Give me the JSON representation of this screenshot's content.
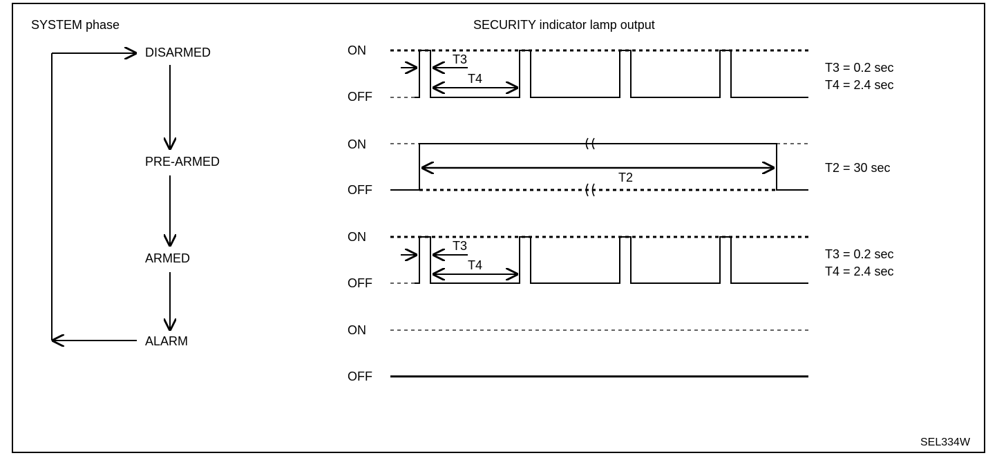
{
  "headings": {
    "system_phase": "SYSTEM phase",
    "lamp_output": "SECURITY indicator lamp output"
  },
  "phases": [
    "DISARMED",
    "PRE-ARMED",
    "ARMED",
    "ALARM"
  ],
  "signals": {
    "disarmed": {
      "on_label": "ON",
      "off_label": "OFF",
      "t3_label": "T3",
      "t4_label": "T4",
      "t3_value": "T3 = 0.2 sec",
      "t4_value": "T4 = 2.4 sec"
    },
    "prearmed": {
      "on_label": "ON",
      "off_label": "OFF",
      "t2_label": "T2",
      "t2_value": "T2 = 30 sec"
    },
    "armed": {
      "on_label": "ON",
      "off_label": "OFF",
      "t3_label": "T3",
      "t4_label": "T4",
      "t3_value": "T3 = 0.2 sec",
      "t4_value": "T4 = 2.4 sec"
    },
    "alarm": {
      "on_label": "ON",
      "off_label": "OFF"
    }
  },
  "figure_code": "SEL334W",
  "colors": {
    "line": "#000000",
    "background": "#ffffff"
  }
}
